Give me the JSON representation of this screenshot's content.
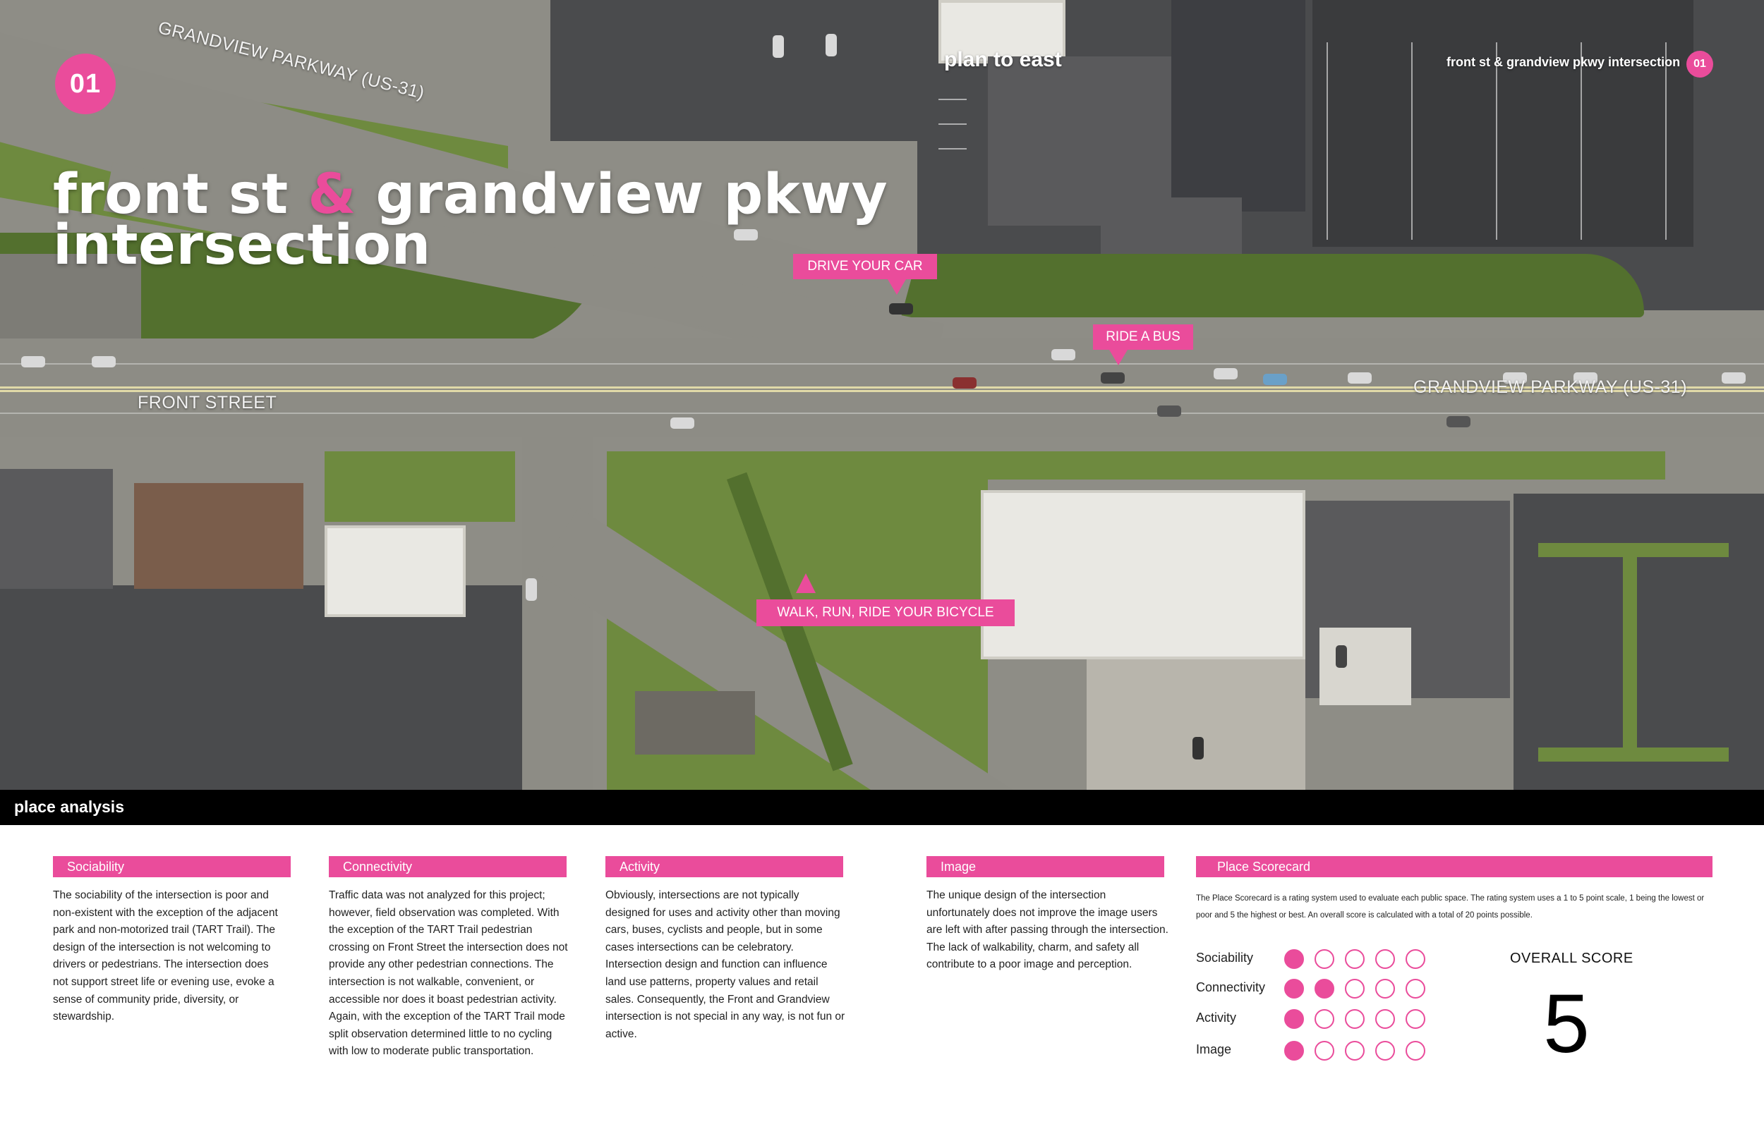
{
  "page": {
    "number_badge": "01",
    "title_part1": "front st ",
    "title_amp": "&",
    "title_part2": " grandview pkwy",
    "title_line2": "intersection",
    "header_title": "front st & grandview pkwy intersection",
    "header_badge": "01",
    "plan_label": "plan to east"
  },
  "map": {
    "street_labels": {
      "grandview_top": "GRANDVIEW PARKWAY (US-31)",
      "front_street": "FRONT STREET",
      "grandview_right": "GRANDVIEW PARKWAY (US-31)"
    },
    "callouts": {
      "drive": "DRIVE YOUR CAR",
      "bus": "RIDE A BUS",
      "walk": "WALK, RUN, RIDE YOUR BICYCLE"
    }
  },
  "analysis": {
    "bar_label": "place analysis",
    "sections": [
      {
        "heading": "Sociability",
        "body": "The sociability of the intersection is poor and non-existent with the exception of the adjacent park and non-motorized trail (TART Trail).  The design of the intersection is not welcoming to drivers or pedestrians.  The intersection does not support street life or evening use, evoke a sense of community pride, diversity, or stewardship."
      },
      {
        "heading": "Connectivity",
        "body": "Traffic data was not analyzed for this project; however, field observation was completed.  With the exception of the TART Trail pedestrian crossing on Front Street the intersection does not provide any other pedestrian connections.  The intersection is not walkable, convenient, or accessible nor does it boast pedestrian activity.  Again, with the exception of the TART Trail mode split observation determined little to no cycling with low to moderate public transportation."
      },
      {
        "heading": "Activity",
        "body": "Obviously, intersections are not typically designed for uses and activity other than moving cars, buses, cyclists and people, but in some cases intersections can be celebratory.  Intersection design and function can influence land use patterns, property values and retail sales.  Consequently, the Front and Grandview intersection is not special in any way, is not fun or active."
      },
      {
        "heading": "Image",
        "body": "The unique design of the intersection unfortunately does not improve the image users are left with after passing through the intersection.  The lack of walkability, charm, and safety all contribute to a poor image and perception."
      }
    ],
    "scorecard": {
      "heading": "Place Scorecard",
      "intro": "The Place Scorecard is a rating system used to evaluate each public space.  The rating system uses a 1 to 5 point scale, 1 being the lowest or poor and 5 the highest or best.  An overall score is calculated with a total of 20 points possible.",
      "rows": [
        {
          "label": "Sociability",
          "score": 1,
          "max": 5
        },
        {
          "label": "Connectivity",
          "score": 2,
          "max": 5
        },
        {
          "label": "Activity",
          "score": 1,
          "max": 5
        },
        {
          "label": "Image",
          "score": 1,
          "max": 5
        }
      ],
      "overall_label": "OVERALL SCORE",
      "overall_value": "5"
    },
    "colors": {
      "accent": "#ea4c9b",
      "bar": "#000000"
    }
  }
}
